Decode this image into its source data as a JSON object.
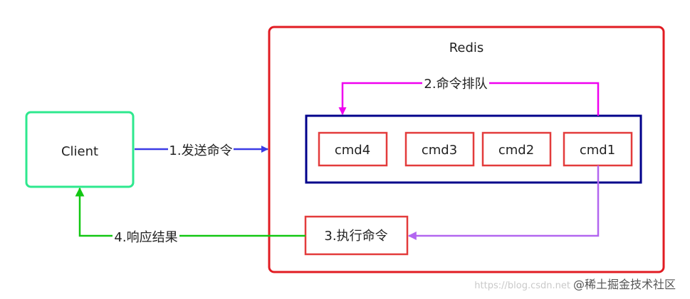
{
  "nodes": {
    "client": "Client",
    "redis_title": "Redis",
    "cmd4": "cmd4",
    "cmd3": "cmd3",
    "cmd2": "cmd2",
    "cmd1": "cmd1",
    "execute": "3.执行命令"
  },
  "edges": {
    "send": "1.发送命令",
    "queue": "2.命令排队",
    "respond": "4.响应结果"
  },
  "watermark": {
    "url": "https://blog.csdn.net",
    "brand": "@稀土掘金技术社区"
  },
  "colors": {
    "client_border": "#2ee88e",
    "redis_border": "#e11b22",
    "queue_border": "#00008b",
    "cmd_border": "#e33b3b",
    "send_arrow": "#3b3be6",
    "queue_arrow": "#ef00ef",
    "exec_arrow": "#b266f0",
    "respond_arrow": "#12c712"
  }
}
